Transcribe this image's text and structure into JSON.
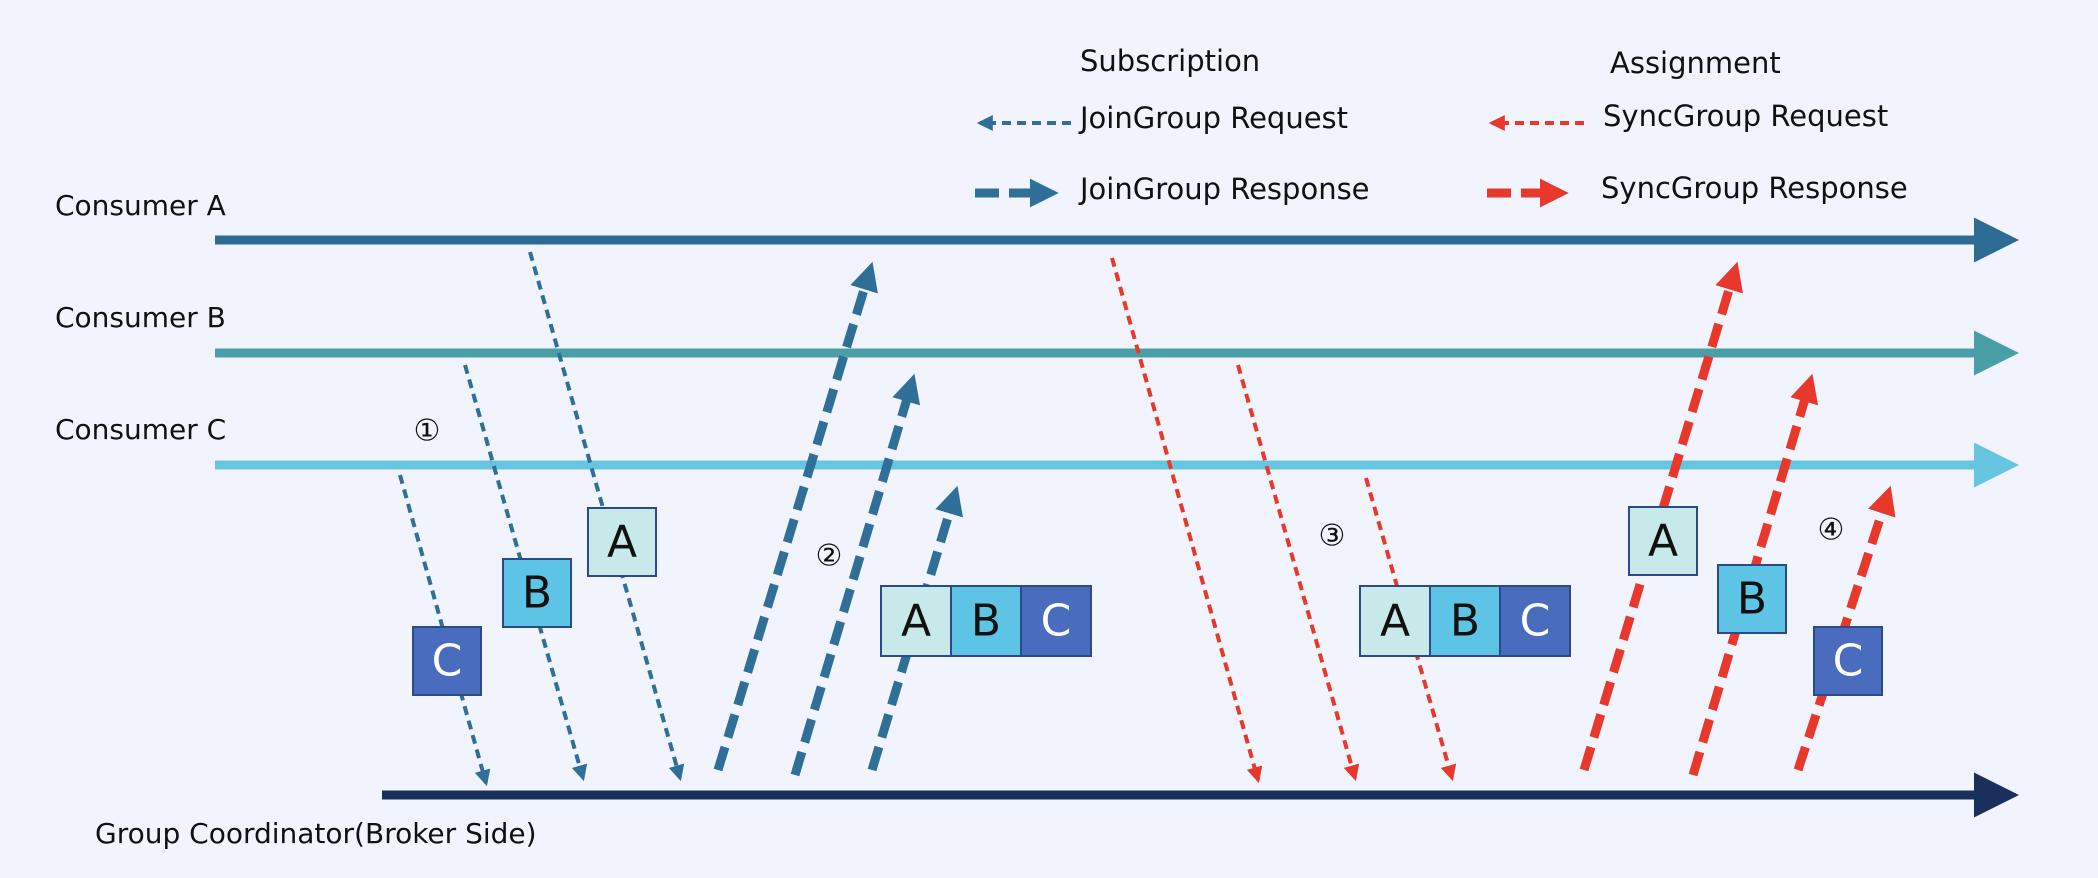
{
  "colors": {
    "background": "#f1f4fc",
    "consumer_a": "#2d6b94",
    "consumer_b": "#4a9fa6",
    "consumer_c": "#66c6e2",
    "coordinator": "#1b2f5c",
    "join": "#2f6f98",
    "sync": "#e8382c",
    "box_a": "#c8e9ea",
    "box_b": "#5ec4e6",
    "box_c": "#4a6cbf",
    "box_border": "#2b4a86"
  },
  "legend": {
    "subscription_label": "Subscription",
    "assignment_label": "Assignment",
    "join_request": "JoinGroup Request",
    "join_response": "JoinGroup Response",
    "sync_request": "SyncGroup Request",
    "sync_response": "SyncGroup Response"
  },
  "lanes": {
    "consumer_a": "Consumer A",
    "consumer_b": "Consumer B",
    "consumer_c": "Consumer C",
    "coordinator": "Group Coordinator(Broker Side)"
  },
  "steps": {
    "step1": "①",
    "step2": "②",
    "step3": "③",
    "step4": "④"
  },
  "boxes": {
    "a": "A",
    "b": "B",
    "c": "C"
  }
}
